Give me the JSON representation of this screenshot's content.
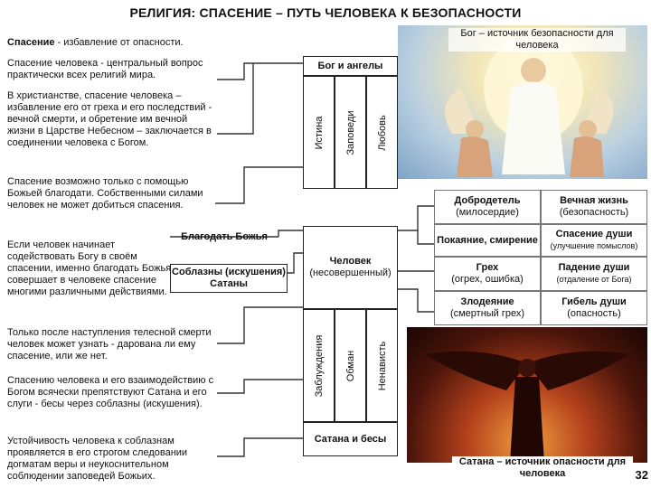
{
  "title": "РЕЛИГИЯ: СПАСЕНИЕ – ПУТЬ ЧЕЛОВЕКА К БЕЗОПАСНОСТИ",
  "definition": {
    "term": "Спасение",
    "text": " - избавление от опасности."
  },
  "left_text": {
    "p1": "Спасение человека - центральный вопрос практически всех религий мира.",
    "p2": "В христианстве, спасение человека – избавление его от греха и его последствий - вечной смерти, и обретение им вечной жизни в Царстве Небесном – заключается в соединении человека с Богом.",
    "p3": "Спасение возможно только с помощью Божьей благодати. Собственными силами человек не может добиться спасения.",
    "p4": "Если человек начинает содействовать Богу в своём спасении, именно благодать Божья совершает в человеке спасение многими различными действиями.",
    "p5": "Только после наступления телесной смерти человек может узнать - дарована ли ему спасение, или же нет.",
    "p6": "Спасению человека и его взаимодействию с Богом всячески препятствуют Сатана и его слуги - бесы через соблазны (искушения).",
    "p7": "Устойчивость человека к соблазнам проявляется в его строгом следовании догматам веры и неукоснительном соблюдении заповедей Божьих."
  },
  "boxes": {
    "god_angels": "Бог и ангелы",
    "grace": "Благодать Божья",
    "temptations": "Соблазны (искушения) Сатаны",
    "man_1": "Человек",
    "man_2": "(несовершенный)",
    "satan_demons": "Сатана и бесы"
  },
  "top_vertical": [
    "Истина",
    "Заповеди",
    "Любовь"
  ],
  "bottom_vertical": [
    "Заблуждения",
    "Обман",
    "Ненависть"
  ],
  "captions": {
    "god_source": "Бог – источник безопасности для человека",
    "satan_source": "Сатана – источник опасности для человека"
  },
  "table": [
    [
      {
        "main": "Добродетель",
        "sub": "(милосердие)"
      },
      {
        "main": "Вечная жизнь",
        "sub": "(безопасность)"
      }
    ],
    [
      {
        "main": "Покаяние, смирение",
        "sub": ""
      },
      {
        "main": "Спасение души",
        "sub": "(улучшение помыслов)",
        "bold": true
      }
    ],
    [
      {
        "main": "Грех",
        "sub": "(огрех, ошибка)"
      },
      {
        "main": "Падение души",
        "sub": "(отдаление от Бога)",
        "bold": true
      }
    ],
    [
      {
        "main": "Злодеяние",
        "sub": "(смертный грех)"
      },
      {
        "main": "Гибель души",
        "sub": "(опасность)",
        "bold": true
      }
    ]
  ],
  "page_number": "32",
  "colors": {
    "accent_red": "#7a1a10",
    "sky_blue": "#8fb6d8",
    "text": "#111111"
  }
}
